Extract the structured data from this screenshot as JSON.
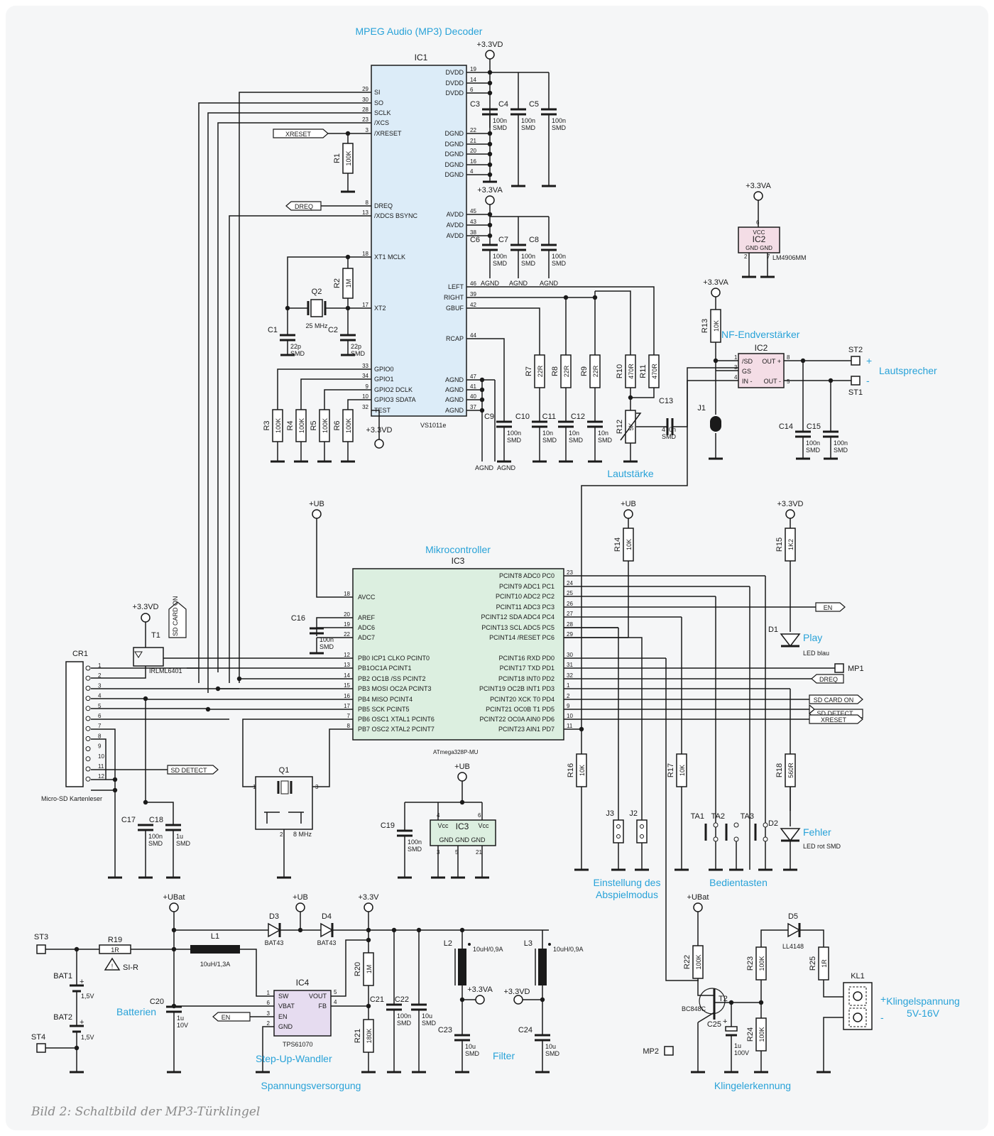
{
  "caption": "Bild 2: Schaltbild der MP3-Türklingel",
  "blocks": {
    "decoder_title": "MPEG Audio (MP3) Decoder",
    "mcu_title": "Mikrocontroller",
    "amp_title": "NF-Endverstärker",
    "volume": "Lautstärke",
    "speaker": "Lautsprecher",
    "mode1": "Einstellung des",
    "mode2": "Abspielmodus",
    "buttons": "Bedientasten",
    "batteries": "Batterien",
    "stepup": "Step-Up-Wandler",
    "supply": "Spannungsversorgung",
    "filter": "Filter",
    "bell_detect": "Klingelerkennung",
    "bell_voltage1": "Klingelspannung",
    "bell_voltage2": "5V-16V",
    "play": "Play",
    "error": "Fehler",
    "sd_reader": "Micro-SD Kartenleser"
  },
  "ic1": {
    "ref": "IC1",
    "part": "VS1011e",
    "pins_left": [
      [
        "29",
        "SI"
      ],
      [
        "30",
        "SO"
      ],
      [
        "28",
        "SCLK"
      ],
      [
        "23",
        "/XCS"
      ],
      [
        "3",
        "/XRESET"
      ],
      [
        "8",
        "DREQ"
      ],
      [
        "13",
        "/XDCS  BSYNC"
      ],
      [
        "18",
        "XT1  MCLK"
      ],
      [
        "17",
        "XT2"
      ],
      [
        "33",
        "GPIO0"
      ],
      [
        "34",
        "GPIO1"
      ],
      [
        "9",
        "GPIO2  DCLK"
      ],
      [
        "10",
        "GPIO3  SDATA"
      ],
      [
        "32",
        "TEST"
      ]
    ],
    "pins_right": [
      [
        "19",
        "DVDD"
      ],
      [
        "14",
        "DVDD"
      ],
      [
        "6",
        "DVDD"
      ],
      [
        "22",
        "DGND"
      ],
      [
        "21",
        "DGND"
      ],
      [
        "20",
        "DGND"
      ],
      [
        "16",
        "DGND"
      ],
      [
        "4",
        "DGND"
      ],
      [
        "45",
        "AVDD"
      ],
      [
        "43",
        "AVDD"
      ],
      [
        "38",
        "AVDD"
      ],
      [
        "46",
        "LEFT"
      ],
      [
        "39",
        "RIGHT"
      ],
      [
        "42",
        "GBUF"
      ],
      [
        "44",
        "RCAP"
      ],
      [
        "47",
        "AGND"
      ],
      [
        "41",
        "AGND"
      ],
      [
        "40",
        "AGND"
      ],
      [
        "37",
        "AGND"
      ]
    ]
  },
  "ic3": {
    "ref": "IC3",
    "part": "ATmega328P-MU",
    "pins_left": [
      [
        "18",
        "AVCC"
      ],
      [
        "20",
        "AREF"
      ],
      [
        "19",
        "ADC6"
      ],
      [
        "22",
        "ADC7"
      ],
      [
        "12",
        "PB0 ICP1 CLKO PCINT0"
      ],
      [
        "13",
        "PB1OC1A PCINT1"
      ],
      [
        "14",
        "PB2 OC1B /SS  PCINT2"
      ],
      [
        "15",
        "PB3 MOSI OC2A PCINT3"
      ],
      [
        "16",
        "PB4 MISO PCINT4"
      ],
      [
        "17",
        "PB5 SCK PCINT5"
      ],
      [
        "7",
        "PB6 OSC1 XTAL1 PCINT6"
      ],
      [
        "8",
        "PB7 OSC2 XTAL2  PCINT7"
      ]
    ],
    "pins_right": [
      [
        "23",
        "PCINT8 ADC0 PC0"
      ],
      [
        "24",
        "PCINT9 ADC1 PC1"
      ],
      [
        "25",
        "PCINT10 ADC2 PC2"
      ],
      [
        "26",
        "PCINT11 ADC3 PC3"
      ],
      [
        "27",
        "PCINT12 SDA ADC4 PC4"
      ],
      [
        "28",
        "PCINT13 SCL ADC5 PC5"
      ],
      [
        "29",
        "PCINT14 /RESET PC6"
      ],
      [
        "30",
        "PCINT16 RXD PD0"
      ],
      [
        "31",
        "PCINT17 TXD PD1"
      ],
      [
        "32",
        "PCINT18 INT0 PD2"
      ],
      [
        "1",
        "PCINT19 OC2B INT1 PD3"
      ],
      [
        "2",
        "PCINT20 XCK T0 PD4"
      ],
      [
        "9",
        "PCINT21 OC0B T1 PD5"
      ],
      [
        "10",
        "PCINT22 OC0A AIN0 PD6"
      ],
      [
        "11",
        "PCINT23 AIN1 PD7"
      ]
    ]
  },
  "ic2": {
    "ref": "IC2",
    "part": "LM4906MM",
    "vcc": "VCC",
    "gnd": "GND GND",
    "pins": [
      [
        "1",
        "/SD"
      ],
      [
        "3",
        "GS"
      ],
      [
        "4",
        "IN -"
      ],
      [
        "8",
        "OUT +"
      ],
      [
        "5",
        "OUT -"
      ]
    ]
  },
  "ic4": {
    "ref": "IC4",
    "part": "TPS61070",
    "pins": [
      [
        "1",
        "SW"
      ],
      [
        "6",
        "VBAT"
      ],
      [
        "3",
        "EN"
      ],
      [
        "2",
        "GND"
      ],
      [
        "5",
        "VOUT"
      ],
      [
        "4",
        "FB"
      ]
    ]
  },
  "ic3b": {
    "ref": "IC3",
    "vcc": "Vcc",
    "gnd": "GND GND GND",
    "pins": [
      "4",
      "6",
      "3",
      "5",
      "21"
    ]
  },
  "nets": {
    "p33vd": "+3.3VD",
    "p33va": "+3.3VA",
    "pub": "+UB",
    "pubat": "+UBat",
    "p33v": "+3.3V",
    "xreset": "XRESET",
    "dreq": "DREQ",
    "en": "EN",
    "sd_card_on": "SD CARD ON",
    "sd_detect": "SD DETECT",
    "agnd": "AGND"
  },
  "components": {
    "R1": [
      "R1",
      "100K"
    ],
    "R2": [
      "R2",
      "1M"
    ],
    "R3": [
      "R3",
      "100K"
    ],
    "R4": [
      "R4",
      "100K"
    ],
    "R5": [
      "R5",
      "100K"
    ],
    "R6": [
      "R6",
      "100K"
    ],
    "R7": [
      "R7",
      "22R"
    ],
    "R8": [
      "R8",
      "22R"
    ],
    "R9": [
      "R9",
      "22R"
    ],
    "R10": [
      "R10",
      "470R"
    ],
    "R11": [
      "R11",
      "470R"
    ],
    "R12": [
      "R12",
      "5K"
    ],
    "R13": [
      "R13",
      "10K"
    ],
    "R14": [
      "R14",
      "10K"
    ],
    "R15": [
      "R15",
      "1K2"
    ],
    "R16": [
      "R16",
      "10K"
    ],
    "R17": [
      "R17",
      "10K"
    ],
    "R18": [
      "R18",
      "560R"
    ],
    "R19": [
      "R19",
      "1R"
    ],
    "R20": [
      "R20",
      "1M"
    ],
    "R21": [
      "R21",
      "180K"
    ],
    "R22": [
      "R22",
      "100K"
    ],
    "R23": [
      "R23",
      "100K"
    ],
    "R24": [
      "R24",
      "100K"
    ],
    "R25": [
      "R25",
      "1R"
    ],
    "C1": [
      "C1",
      "22p",
      "SMD"
    ],
    "C2": [
      "C2",
      "22p",
      "SMD"
    ],
    "C3": [
      "C3",
      "100n",
      "SMD"
    ],
    "C4": [
      "C4",
      "100n",
      "SMD"
    ],
    "C5": [
      "C5",
      "100n",
      "SMD"
    ],
    "C6": [
      "C6",
      "100n",
      "SMD"
    ],
    "C7": [
      "C7",
      "100n",
      "SMD"
    ],
    "C8": [
      "C8",
      "100n",
      "SMD"
    ],
    "C9": [
      "C9",
      "100n",
      "SMD"
    ],
    "C10": [
      "C10",
      "10n",
      "SMD"
    ],
    "C11": [
      "C11",
      "10n",
      "SMD"
    ],
    "C12": [
      "C12",
      "10n",
      "SMD"
    ],
    "C13": [
      "C13",
      "470n",
      "SMD"
    ],
    "C14": [
      "C14",
      "100n",
      "SMD"
    ],
    "C15": [
      "C15",
      "100n",
      "SMD"
    ],
    "C16": [
      "C16",
      "100n",
      "SMD"
    ],
    "C17": [
      "C17",
      "100n",
      "SMD"
    ],
    "C18": [
      "C18",
      "1u",
      "SMD"
    ],
    "C19": [
      "C19",
      "100n",
      "SMD"
    ],
    "C20": [
      "C20",
      "1u",
      "10V"
    ],
    "C21": [
      "C21",
      "100n",
      "SMD"
    ],
    "C22": [
      "C22",
      "10u",
      "SMD"
    ],
    "C23": [
      "C23",
      "10u",
      "SMD"
    ],
    "C24": [
      "C24",
      "10u",
      "SMD"
    ],
    "C25": [
      "C25",
      "1u",
      "100V"
    ],
    "Q1": [
      "Q1",
      "8 MHz"
    ],
    "Q2": [
      "Q2",
      "25 MHz"
    ],
    "L1": [
      "L1",
      "10uH/1,3A"
    ],
    "L2": [
      "L2",
      "10uH/0,9A"
    ],
    "L3": [
      "L3",
      "10uH/0,9A"
    ],
    "D1": [
      "D1",
      "LED blau"
    ],
    "D2": [
      "D2",
      "LED rot SMD"
    ],
    "D3": [
      "D3",
      "BAT43"
    ],
    "D4": [
      "D4",
      "BAT43"
    ],
    "D5": [
      "D5",
      "LL4148"
    ],
    "T1": [
      "T1",
      "IRLML6401"
    ],
    "T2": [
      "T2",
      "BC848C"
    ],
    "BAT1": [
      "BAT1",
      "1,5V"
    ],
    "BAT2": [
      "BAT2",
      "1,5V"
    ],
    "J1": "J1",
    "J2": "J2",
    "J3": "J3",
    "TA1": "TA1",
    "TA2": "TA2",
    "TA3": "TA3",
    "ST1": "ST1",
    "ST2": "ST2",
    "ST3": "ST3",
    "ST4": "ST4",
    "MP1": "MP1",
    "MP2": "MP2",
    "KL1": "KL1",
    "CR1": "CR1",
    "SI": "SI-R"
  }
}
